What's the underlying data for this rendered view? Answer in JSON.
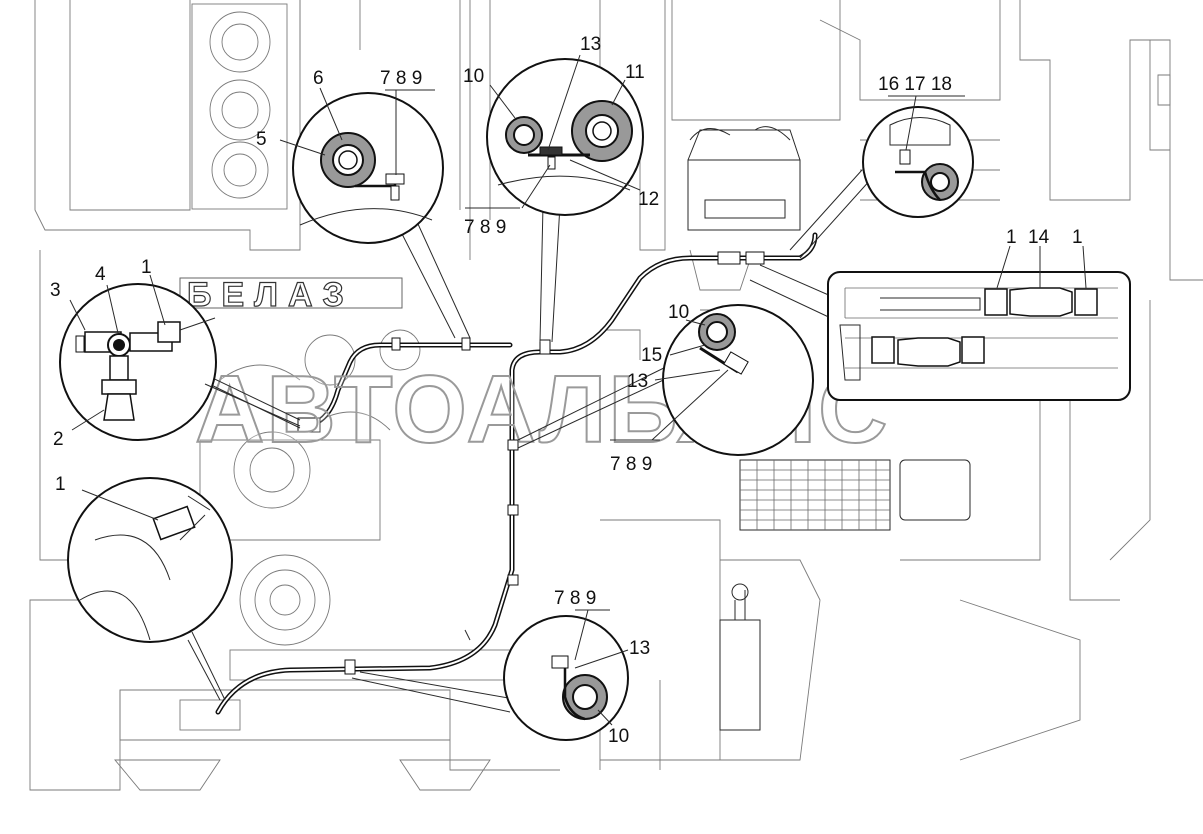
{
  "brand_plate": "БЕЛАЗ",
  "watermark": "АВТОАЛЬЯНС",
  "callouts": {
    "insulated_pipe": {
      "label_5": "5",
      "label_6": "6",
      "fasteners": "7 8 9"
    },
    "double_pipe": {
      "label_10": "10",
      "label_11": "11",
      "label_12": "12",
      "label_13": "13",
      "fasteners": "7 8 9"
    },
    "right_clamp": {
      "group": "16 17 18"
    },
    "fitting": {
      "label_1": "1",
      "label_2": "2",
      "label_3": "3",
      "label_4": "4"
    },
    "lower_left": {
      "label_1": "1"
    },
    "center": {
      "label_10": "10",
      "label_13": "13",
      "label_15": "15",
      "fasteners": "7 8 9"
    },
    "bottom": {
      "label_10": "10",
      "label_13": "13",
      "fasteners": "7 8 9"
    },
    "hose_joint": {
      "label_1a": "1",
      "label_14": "14",
      "label_1b": "1"
    }
  }
}
